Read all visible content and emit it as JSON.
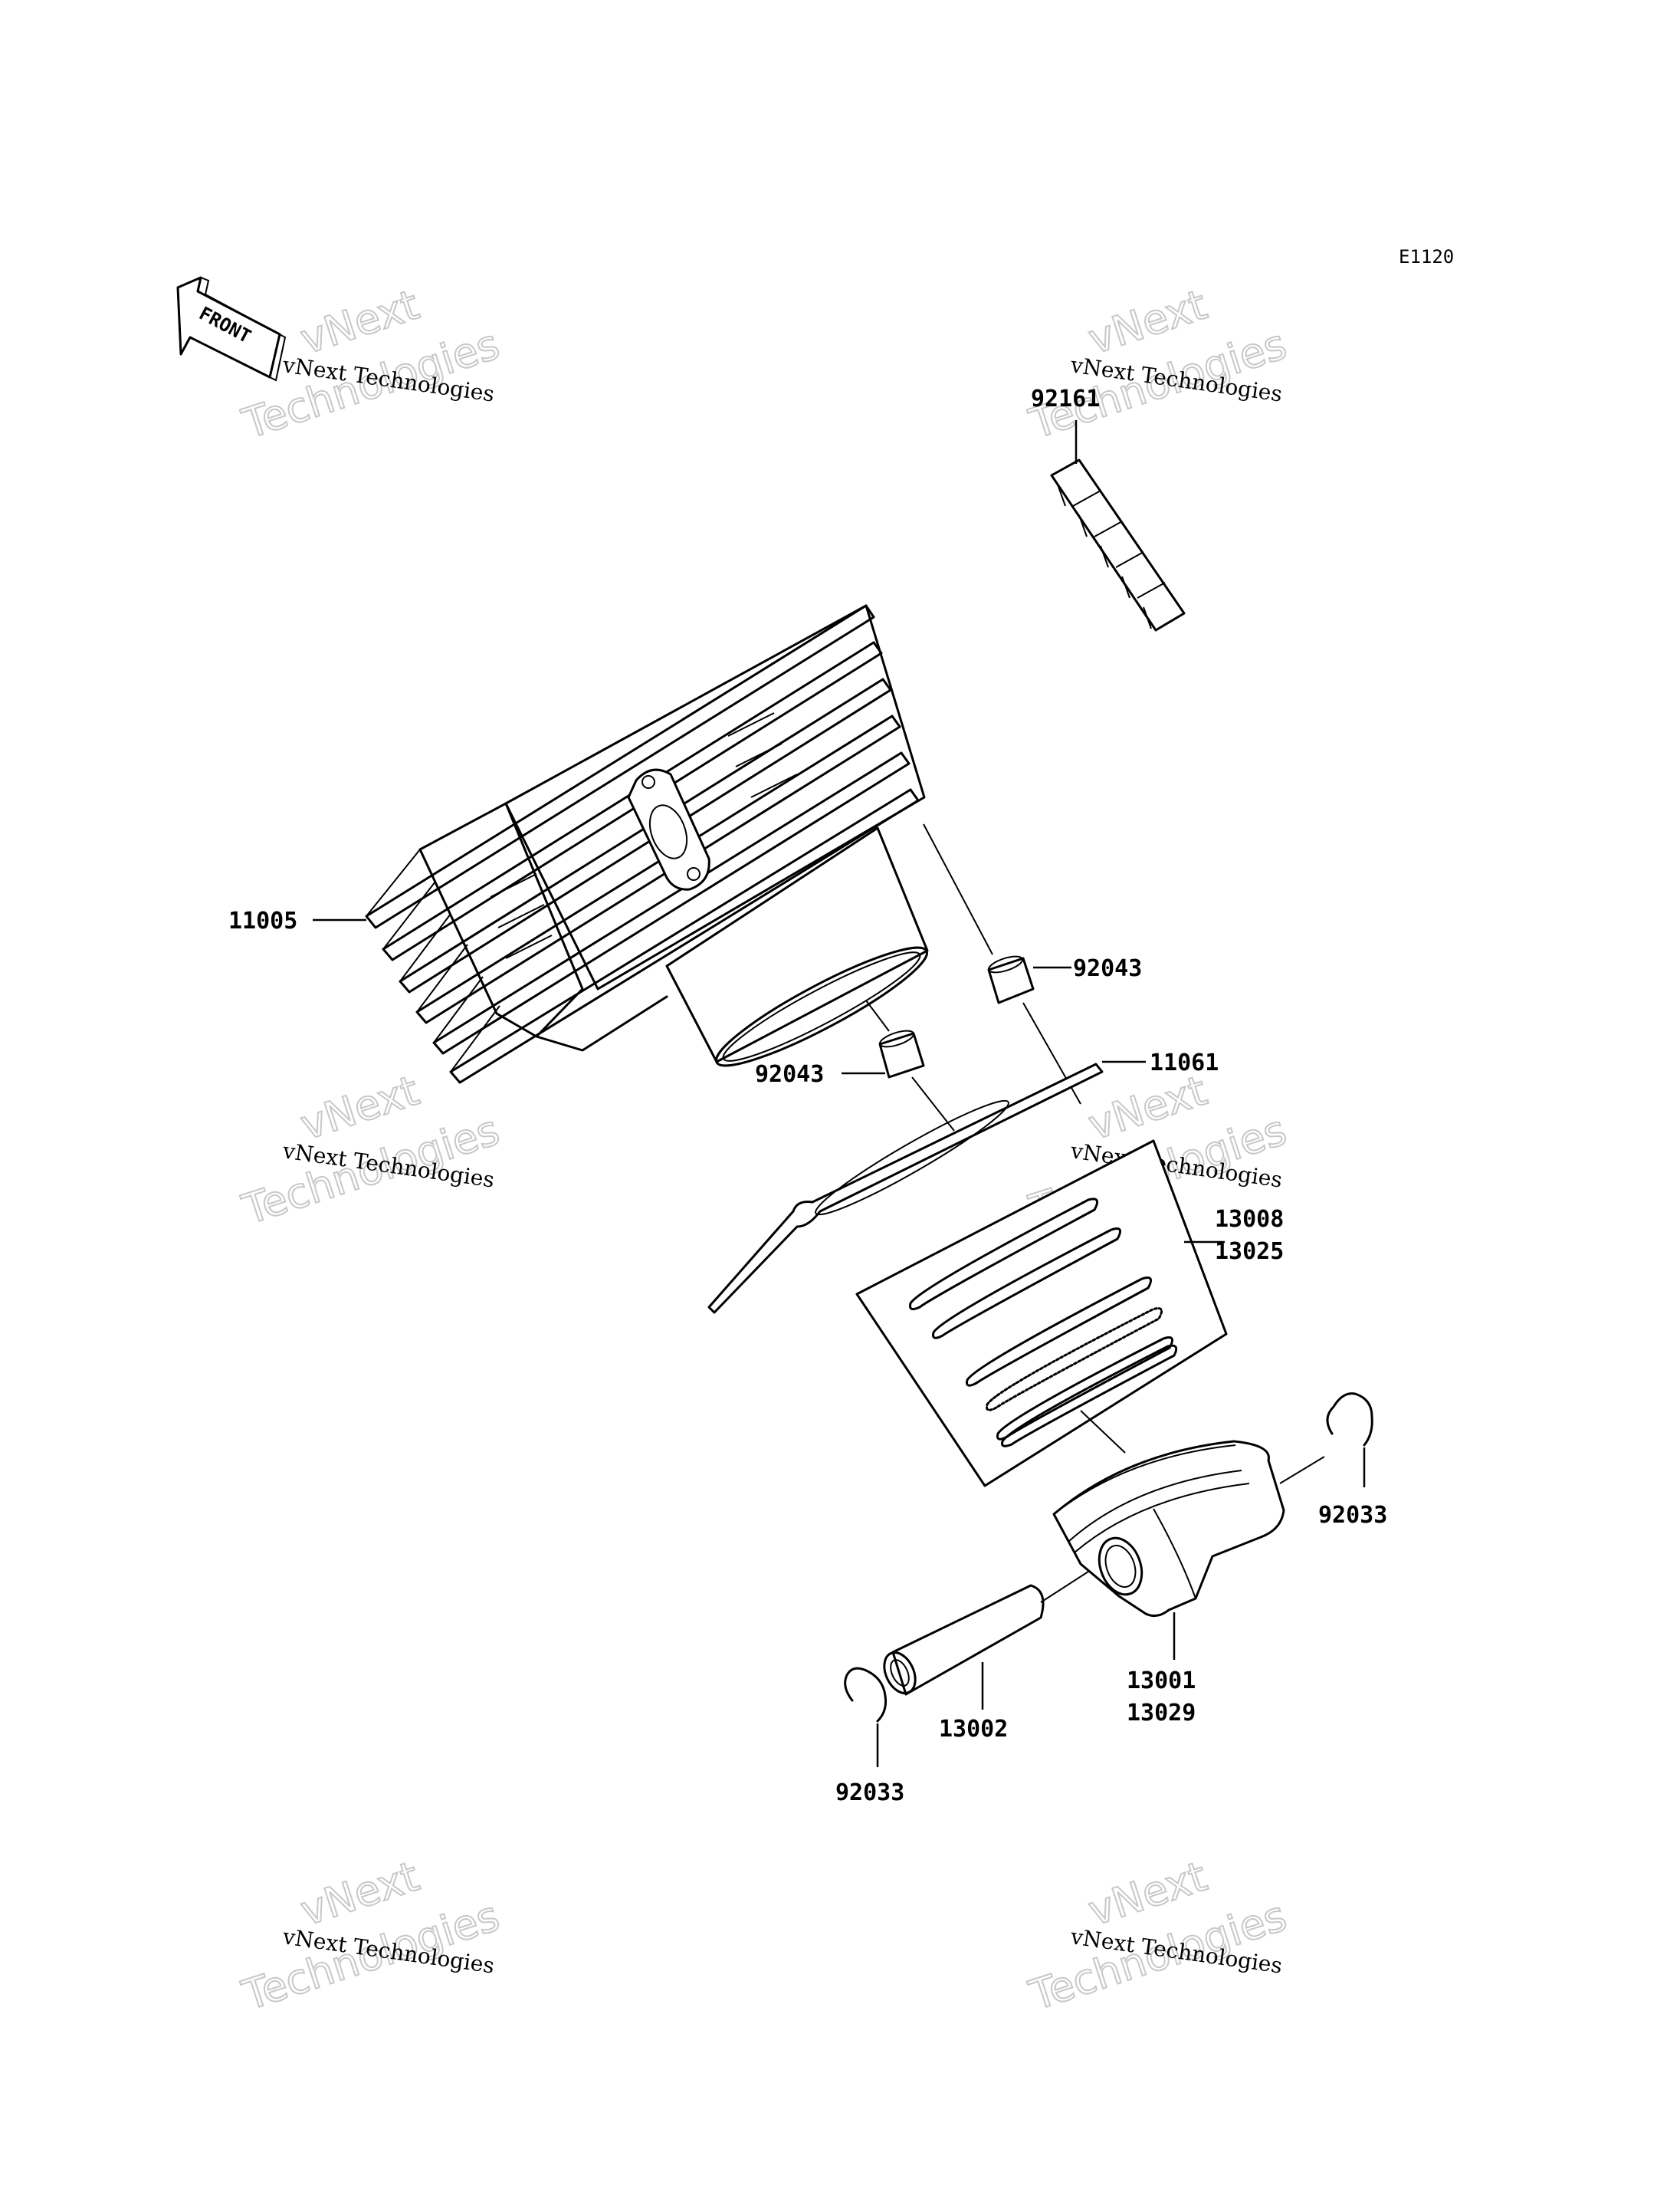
{
  "diagram_code": "E1120",
  "front_label": "FRONT",
  "watermark": {
    "line1": "vNext Technologies",
    "line2": "vNext",
    "line3": "Technologies"
  },
  "parts": {
    "cylinder": "11005",
    "cylinder_gasket": "11061",
    "dowel_pin_right": "92043",
    "dowel_pin_left": "92043",
    "tube": "92161",
    "ring_set_a": "13008",
    "ring_set_b": "13025",
    "piston_a": "13001",
    "piston_b": "13029",
    "piston_pin": "13002",
    "circlip_right": "92033",
    "circlip_left": "92033"
  }
}
